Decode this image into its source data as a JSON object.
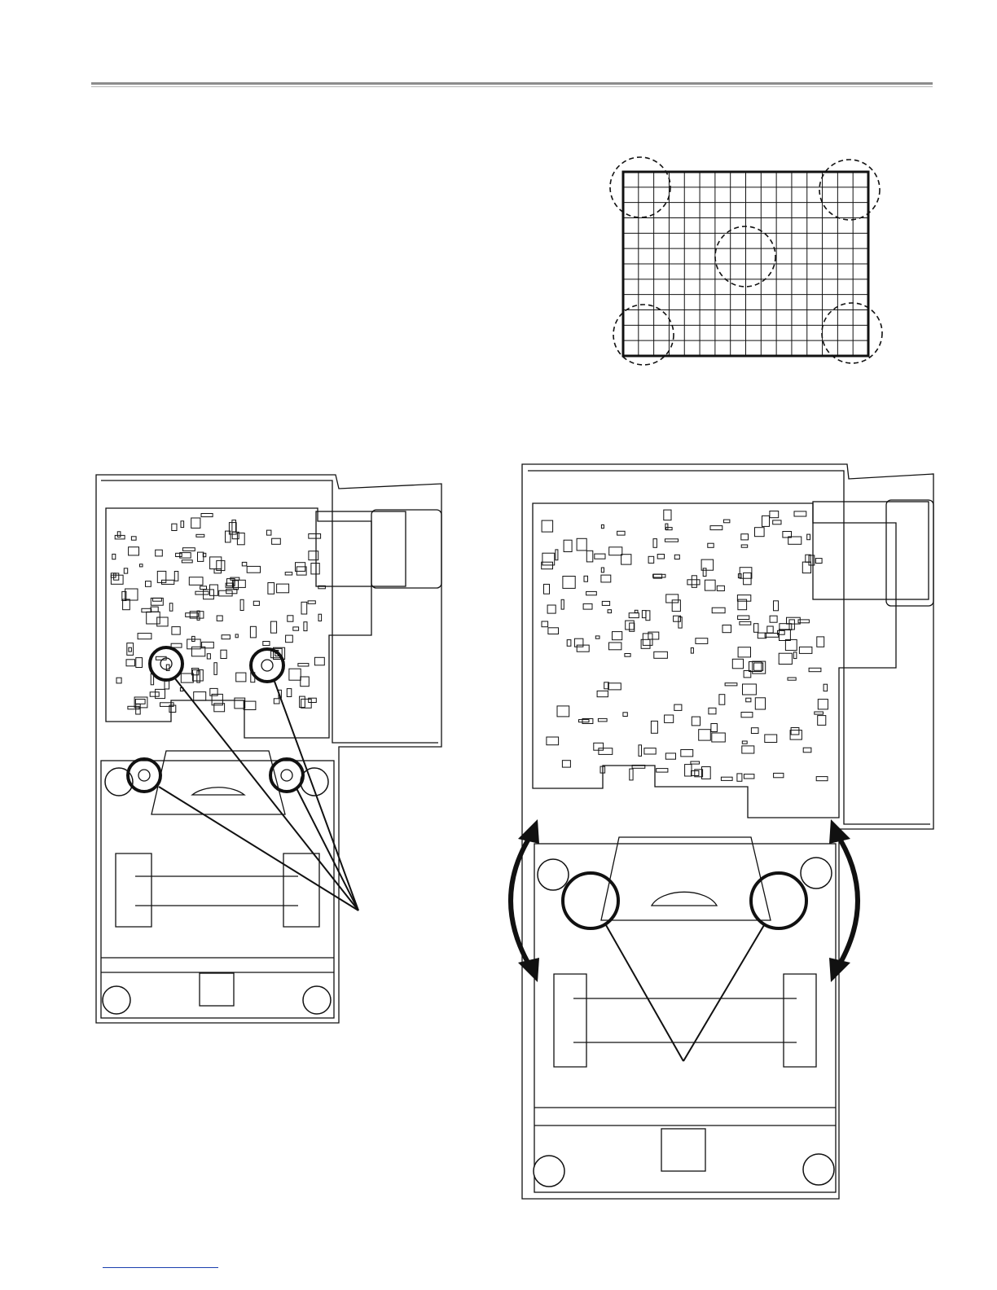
{
  "page": {
    "header_rule": true,
    "footer_link_line": true
  },
  "figures": {
    "grid_pattern": {
      "description_visible_text": "",
      "columns": 16,
      "rows": 12,
      "dashed_circles": [
        "top-left",
        "top-right",
        "center",
        "bottom-left",
        "bottom-right"
      ]
    },
    "left_drawing": {
      "circled_screws": 4,
      "leader_lines_to_common_point": true
    },
    "right_drawing": {
      "circled_screws": 2,
      "rotation_arrows": [
        "left",
        "right"
      ],
      "leader_lines_to_common_point": true
    }
  },
  "colors": {
    "line": "#111111",
    "header_rule": "#8c8c8c",
    "footer_link": "#1a3fae"
  }
}
